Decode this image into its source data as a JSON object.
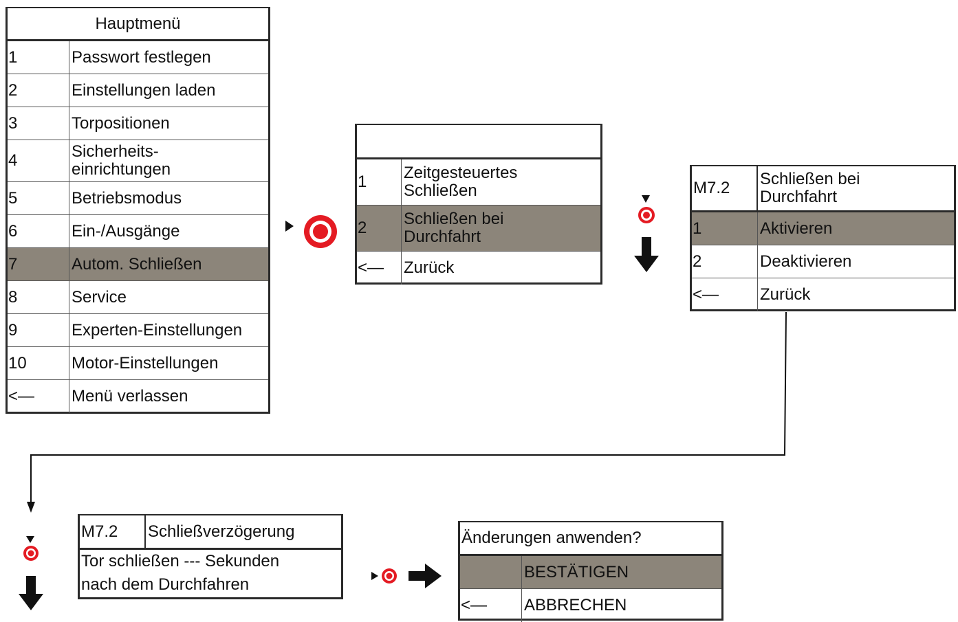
{
  "main_menu": {
    "title": "Hauptmenü",
    "items": [
      {
        "num": "1",
        "label": "Passwort festlegen"
      },
      {
        "num": "2",
        "label": "Einstellungen laden"
      },
      {
        "num": "3",
        "label": "Torpositionen"
      },
      {
        "num": "4",
        "label": "Sicherheits-\neinrichtungen"
      },
      {
        "num": "5",
        "label": "Betriebsmodus"
      },
      {
        "num": "6",
        "label": "Ein-/Ausgänge"
      },
      {
        "num": "7",
        "label": "Autom. Schließen",
        "selected": true
      },
      {
        "num": "8",
        "label": "Service"
      },
      {
        "num": "9",
        "label": "Experten-Einstellungen"
      },
      {
        "num": "10",
        "label": "Motor-Einstellungen"
      },
      {
        "num": "<—",
        "label": "Menü verlassen"
      }
    ]
  },
  "submenu_auto_close": {
    "title": "",
    "items": [
      {
        "num": "1",
        "label": "Zeitgesteuertes\nSchließen"
      },
      {
        "num": "2",
        "label": "Schließen bei\nDurchfahrt",
        "selected": true
      },
      {
        "num": "<—",
        "label": "Zurück"
      }
    ]
  },
  "submenu_m72": {
    "code": "M7.2",
    "title": "Schließen bei\nDurchfahrt",
    "items": [
      {
        "num": "1",
        "label": "Aktivieren",
        "selected": true
      },
      {
        "num": "2",
        "label": "Deaktivieren"
      },
      {
        "num": "<—",
        "label": "Zurück"
      }
    ]
  },
  "delay_screen": {
    "code": "M7.2",
    "title": "Schließverzögerung",
    "text": "Tor schließen --- Sekunden\nnach dem Durchfahren"
  },
  "confirm_screen": {
    "question": "Änderungen anwenden?",
    "items": [
      {
        "num": "",
        "label": "BESTÄTIGEN",
        "selected": true
      },
      {
        "num": "<—",
        "label": "ABBRECHEN"
      }
    ]
  },
  "colors": {
    "selected_row": "#8c857a",
    "button_red": "#e41b23",
    "border": "#2a2a2a"
  },
  "icons": [
    "press-button-icon",
    "arrow-right-icon",
    "arrow-down-icon",
    "triangle-pointer-icon"
  ]
}
